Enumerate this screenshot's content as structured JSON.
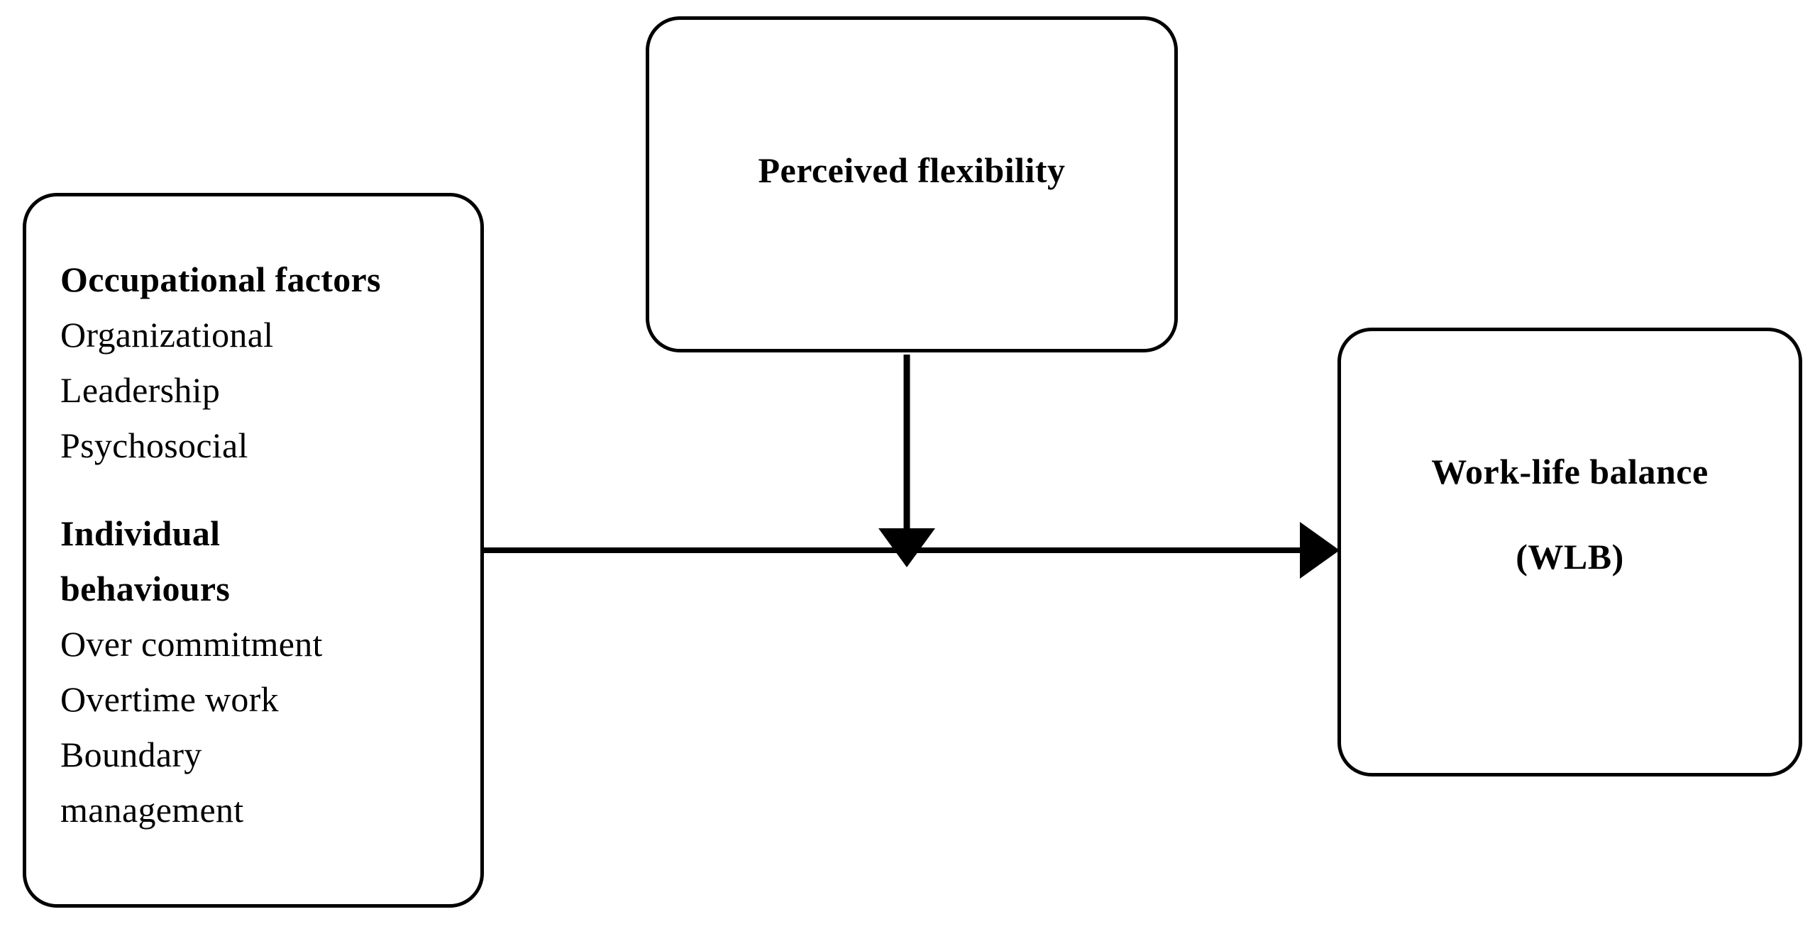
{
  "diagram": {
    "title": "Conceptual model of occupational and individual determinants of work-life balance",
    "background_color": "#ffffff",
    "line_color": "#000000"
  },
  "nodes": {
    "factors": {
      "name": "Occupational and individual factors",
      "heading_1": "Occupational factors",
      "items_1": [
        "Organizational",
        "Leadership",
        "Psychosocial"
      ],
      "heading_2_line_1": "Individual",
      "heading_2_line_2": "behaviours",
      "items_2": [
        "Over commitment",
        "Overtime work",
        "Boundary",
        "management"
      ]
    },
    "flexibility": {
      "name": "Perceived flexibility moderator",
      "title": "Perceived flexibility"
    },
    "wlb": {
      "name": "Work-life balance outcome",
      "title": "Work-life balance",
      "subtitle": "(WLB)"
    }
  },
  "edges": {
    "moderator": {
      "name": "perceived-flexibility-moderates-main-path",
      "from": "flexibility",
      "to": "main-path",
      "direction": "down",
      "arrowhead": "filled-triangle"
    },
    "main": {
      "name": "factors-affect-work-life-balance",
      "from": "factors",
      "to": "wlb",
      "direction": "right",
      "arrowhead": "filled-triangle"
    }
  }
}
